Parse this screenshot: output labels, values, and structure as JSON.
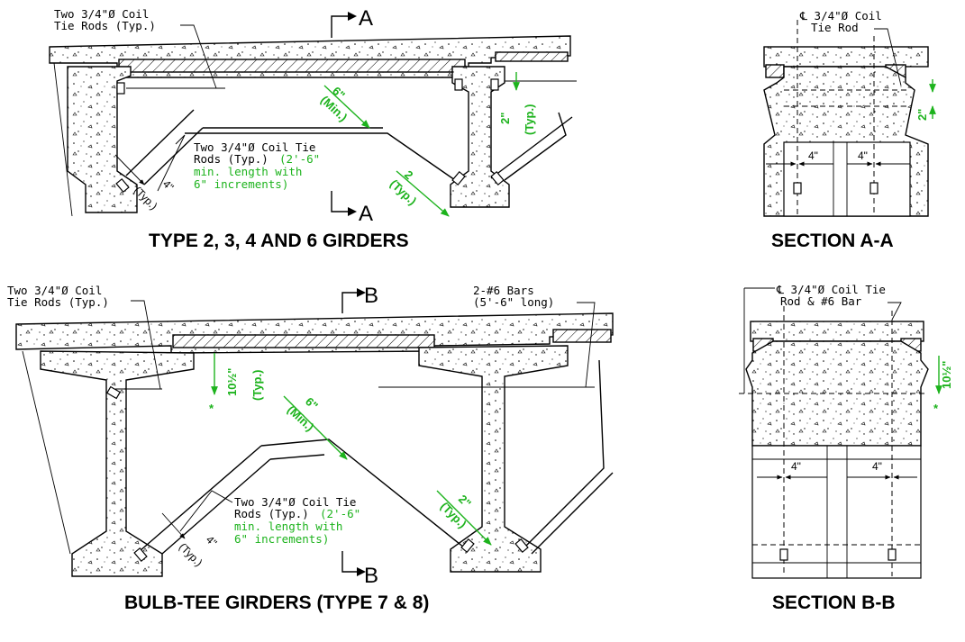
{
  "captions": {
    "top_left": "TYPE 2, 3, 4 AND 6 GIRDERS",
    "top_right": "SECTION A-A",
    "bottom_left": "BULB-TEE GIRDERS (TYPE 7 & 8)",
    "bottom_right": "SECTION B-B"
  },
  "section_marks": {
    "a_top": "A",
    "a_bottom": "A",
    "b_top": "B",
    "b_bottom": "B"
  },
  "top_view": {
    "note_tie_rods_1": "Two 3/4\"Ø Coil",
    "note_tie_rods_2": "Tie Rods (Typ.)",
    "dim_6": "6\"",
    "dim_min": "(Min.)",
    "dim_2": "2\"",
    "dim_typ": "(Typ.)",
    "note_coil_1": "Two 3/4\"Ø Coil Tie",
    "note_coil_2": "Rods (Typ.)",
    "note_coil_green_2": "(2'-6\"",
    "note_coil_green_3": "min. length with",
    "note_coil_green_4": "6\" increments)",
    "dim_4": "4\"",
    "dim_4_typ": "(Typ.)",
    "dim_2b": "2",
    "dim_2b_typ": "(Typ.)"
  },
  "section_aa": {
    "note_1": "℄ 3/4\"Ø Coil",
    "note_2": "Tie Rod",
    "dim_2": "2\"",
    "dim_4_left": "4\"",
    "dim_4_right": "4\""
  },
  "bottom_view": {
    "note_tie_rods_1": "Two 3/4\"Ø Coil",
    "note_tie_rods_2": "Tie Rods (Typ.)",
    "note_bars_1": "2-#6 Bars",
    "note_bars_2": "(5'-6\" long)",
    "dim_10": "10½\"",
    "dim_10_typ": "(Typ.)",
    "star": "*",
    "dim_6": "6\"",
    "dim_min": "(Min.)",
    "note_coil_1": "Two 3/4\"Ø Coil Tie",
    "note_coil_2": "Rods (Typ.)",
    "note_coil_green_2": "(2'-6\"",
    "note_coil_green_3": "min. length with",
    "note_coil_green_4": "6\" increments)",
    "dim_4": "4\"",
    "dim_4_typ": "(Typ.)",
    "dim_2": "2\"",
    "dim_2_typ": "(Typ.)"
  },
  "section_bb": {
    "note_1": "℄ 3/4\"Ø Coil Tie",
    "note_2": "Rod & #6 Bar",
    "dim_10": "10½\"",
    "star": "*",
    "dim_4_left": "4\"",
    "dim_4_right": "4\""
  }
}
